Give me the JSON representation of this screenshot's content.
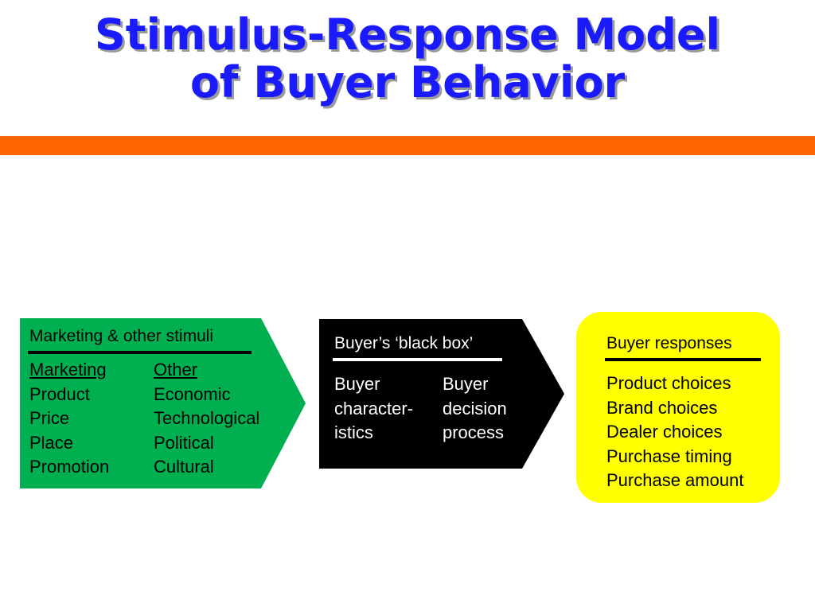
{
  "title": {
    "line1": "Stimulus-Response  Model",
    "line2": "of Buyer Behavior"
  },
  "colors": {
    "title": "#1a1aff",
    "accent_bar": "#ff6600",
    "stimuli_box": "#00b050",
    "black_box": "#000000",
    "responses_box": "#ffff00"
  },
  "stimuli": {
    "heading": "Marketing & other stimuli",
    "marketing": {
      "header": "Marketing",
      "items": [
        "Product",
        "Price",
        "Place",
        "Promotion"
      ]
    },
    "other": {
      "header": "Other",
      "items": [
        "Economic",
        "Technological",
        "Political",
        "Cultural"
      ]
    }
  },
  "black_box": {
    "heading": "Buyer’s ‘black box’",
    "characteristics": [
      "Buyer",
      "character-",
      "istics"
    ],
    "decision": [
      "Buyer",
      "decision",
      "process"
    ]
  },
  "responses": {
    "heading": "Buyer responses",
    "items": [
      "Product choices",
      "Brand choices",
      "Dealer choices",
      "Purchase timing",
      "Purchase amount"
    ]
  }
}
